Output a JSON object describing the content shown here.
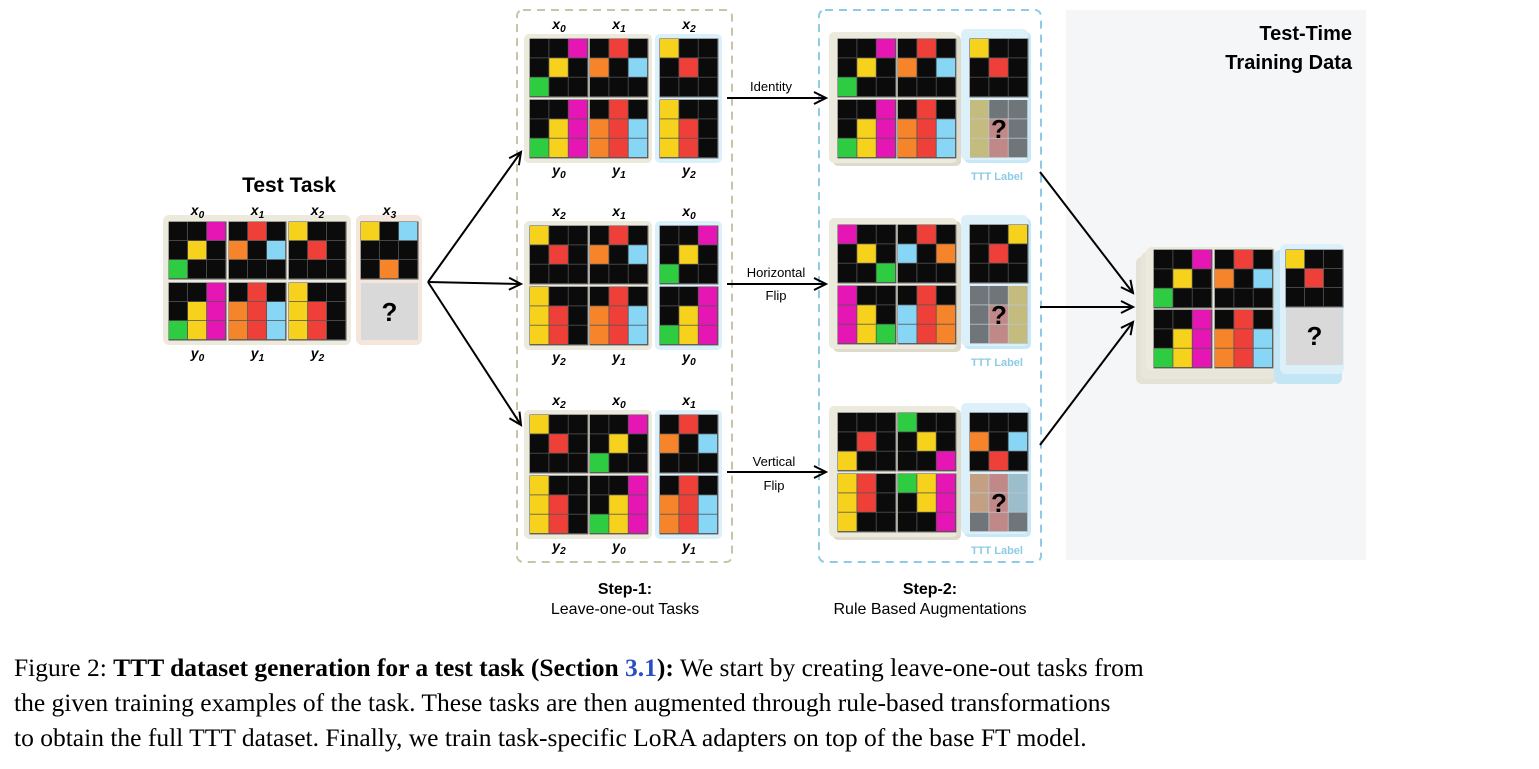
{
  "colors": {
    "black": "#0b0b0b",
    "magenta": "#e516b4",
    "yellow": "#f7d21c",
    "green": "#2ecc40",
    "red": "#ee4038",
    "orange": "#f5842a",
    "cyan": "#87d6f5",
    "gray": "#d9d9d9",
    "panel_tan": "#ece9dd",
    "panel_blue": "#dcf0fa",
    "panel_peach": "#f4e6dc",
    "dash_tan": "#c9c4a8",
    "dash_blue": "#8fcbe8",
    "ttt_bg": "#f4f6f8",
    "ttt_label": "#8ecbe6",
    "caption_ref": "#2b4fc0"
  },
  "palette": {
    "K": "black",
    "M": "magenta",
    "Y": "yellow",
    "G": "green",
    "R": "red",
    "O": "orange",
    "C": "cyan"
  },
  "diagram": {
    "test_task_title": "Test Task",
    "question_mark": "?",
    "arrow_labels": {
      "identity": "Identity",
      "horizontal": [
        "Horizontal",
        "Flip"
      ],
      "vertical": [
        "Vertical",
        "Flip"
      ]
    },
    "step1": {
      "title": "Step-1:",
      "subtitle": "Leave-one-out Tasks"
    },
    "step2": {
      "title": "Step-2:",
      "subtitle": "Rule Based Augmentations"
    },
    "ttt_title": [
      "Test-Time",
      "Training Data"
    ],
    "ttt_label": "TTT Label"
  },
  "grids": {
    "x0": [
      "KKM",
      "KYK",
      "GKK"
    ],
    "y0": [
      "KKM",
      "KYM",
      "GYM"
    ],
    "x1": [
      "KRK",
      "OKC",
      "KKK"
    ],
    "y1": [
      "KRK",
      "ORC",
      "ORC"
    ],
    "x2": [
      "YKK",
      "KRK",
      "KKK"
    ],
    "y2": [
      "YKK",
      "YRK",
      "YRK"
    ],
    "x3": [
      "YKC",
      "KKK",
      "KOK"
    ],
    "hx0": [
      "MKK",
      "KYK",
      "KKG"
    ],
    "hy0": [
      "MKK",
      "MYK",
      "MYG"
    ],
    "hx1": [
      "KRK",
      "CKO",
      "KKK"
    ],
    "hy1": [
      "KRK",
      "CRO",
      "CRO"
    ],
    "hx2": [
      "KKY",
      "KRK",
      "KKK"
    ],
    "hy2": [
      "KKY",
      "KRY",
      "KRY"
    ],
    "vx0": [
      "GKK",
      "KYK",
      "KKM"
    ],
    "vy0": [
      "GYM",
      "KYM",
      "KKM"
    ],
    "vx1": [
      "KKK",
      "OKC",
      "KRK"
    ],
    "vy1": [
      "ORC",
      "ORC",
      "KRK"
    ],
    "vx2": [
      "KKK",
      "KRK",
      "YKK"
    ],
    "vy2": [
      "YRK",
      "YRK",
      "YKK"
    ]
  },
  "test_task": {
    "top_labels": [
      "x0",
      "x1",
      "x2",
      "x3"
    ],
    "bottom_labels": [
      "y0",
      "y1",
      "y2"
    ]
  },
  "leave_one_out": [
    {
      "top": [
        "x0",
        "x1",
        "x2"
      ],
      "bottom": [
        "y0",
        "y1",
        "y2"
      ]
    },
    {
      "top": [
        "x2",
        "x1",
        "x0"
      ],
      "bottom": [
        "y2",
        "y1",
        "y0"
      ]
    },
    {
      "top": [
        "x2",
        "x0",
        "x1"
      ],
      "bottom": [
        "y2",
        "y0",
        "y1"
      ]
    }
  ],
  "caption": {
    "figure": "Figure 2:",
    "bold_a": "TTT dataset generation for a test task (Section",
    "ref": "3.1",
    "bold_b": "):",
    "line1_rest": "We start by creating leave-one-out tasks from",
    "line2": "the given training examples of the task. These tasks are then augmented through rule-based transformations",
    "line3": "to obtain the full TTT dataset. Finally, we train task-specific LoRA adapters on top of the base FT model."
  }
}
